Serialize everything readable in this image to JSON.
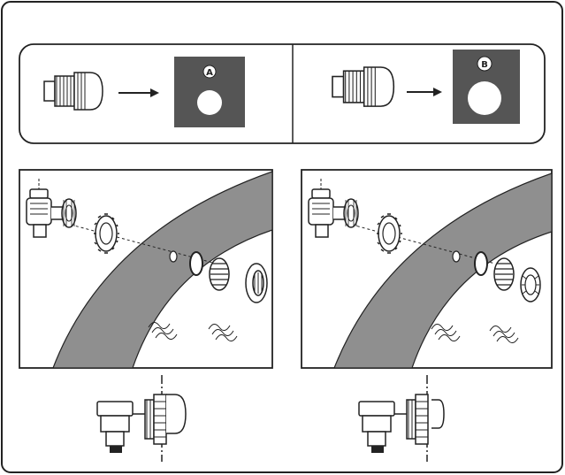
{
  "top_panels": [
    {
      "badge": "A",
      "hole": "small"
    },
    {
      "badge": "B",
      "hole": "large"
    }
  ],
  "colors": {
    "ink": "#222222",
    "dark_box": "#555555",
    "wall": "#8f8f8f",
    "paper": "#ffffff"
  }
}
